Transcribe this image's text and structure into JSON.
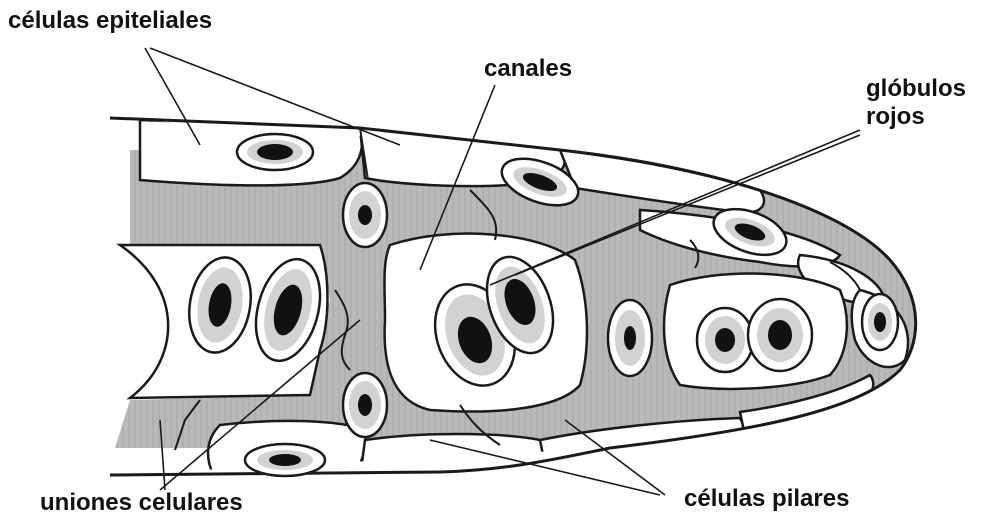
{
  "diagram": {
    "labels": {
      "epithelial": "células epiteliales",
      "canals": "canales",
      "rbc_line1": "glóbulos",
      "rbc_line2": "rojos",
      "junctions": "uniones celulares",
      "pillar": "células pilares"
    },
    "colors": {
      "background": "#ffffff",
      "tissue": "#b9b9b9",
      "outline": "#1a1a1a",
      "cell_halo": "#d2d2d2",
      "nucleus": "#111111"
    }
  }
}
